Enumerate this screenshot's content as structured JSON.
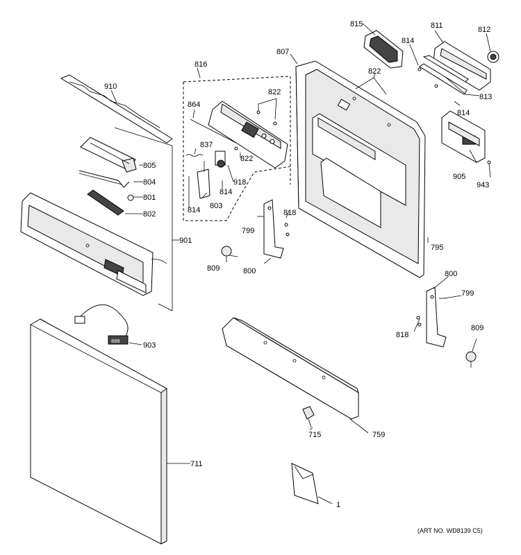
{
  "diagram": {
    "labels": {
      "l815": "815",
      "l811": "811",
      "l812": "812",
      "l814a": "814",
      "l807": "807",
      "l822a": "822",
      "l813": "813",
      "l814b": "814",
      "l816": "816",
      "l910": "910",
      "l864": "864",
      "l822b": "822",
      "l837": "837",
      "l822c": "822",
      "l805": "805",
      "l804": "804",
      "l801": "801",
      "l802": "802",
      "l918": "918",
      "l814c": "814",
      "l803": "803",
      "l814d": "814",
      "l905": "905",
      "l943": "943",
      "l818a": "818",
      "l799a": "799",
      "l795": "795",
      "l901": "901",
      "l809a": "809",
      "l800a": "800",
      "l800b": "800",
      "l799b": "799",
      "l818b": "818",
      "l809b": "809",
      "l903": "903",
      "l715": "715",
      "l759": "759",
      "l711": "711",
      "l1": "1"
    },
    "art_number": "(ART NO. WD8139 C5)"
  }
}
